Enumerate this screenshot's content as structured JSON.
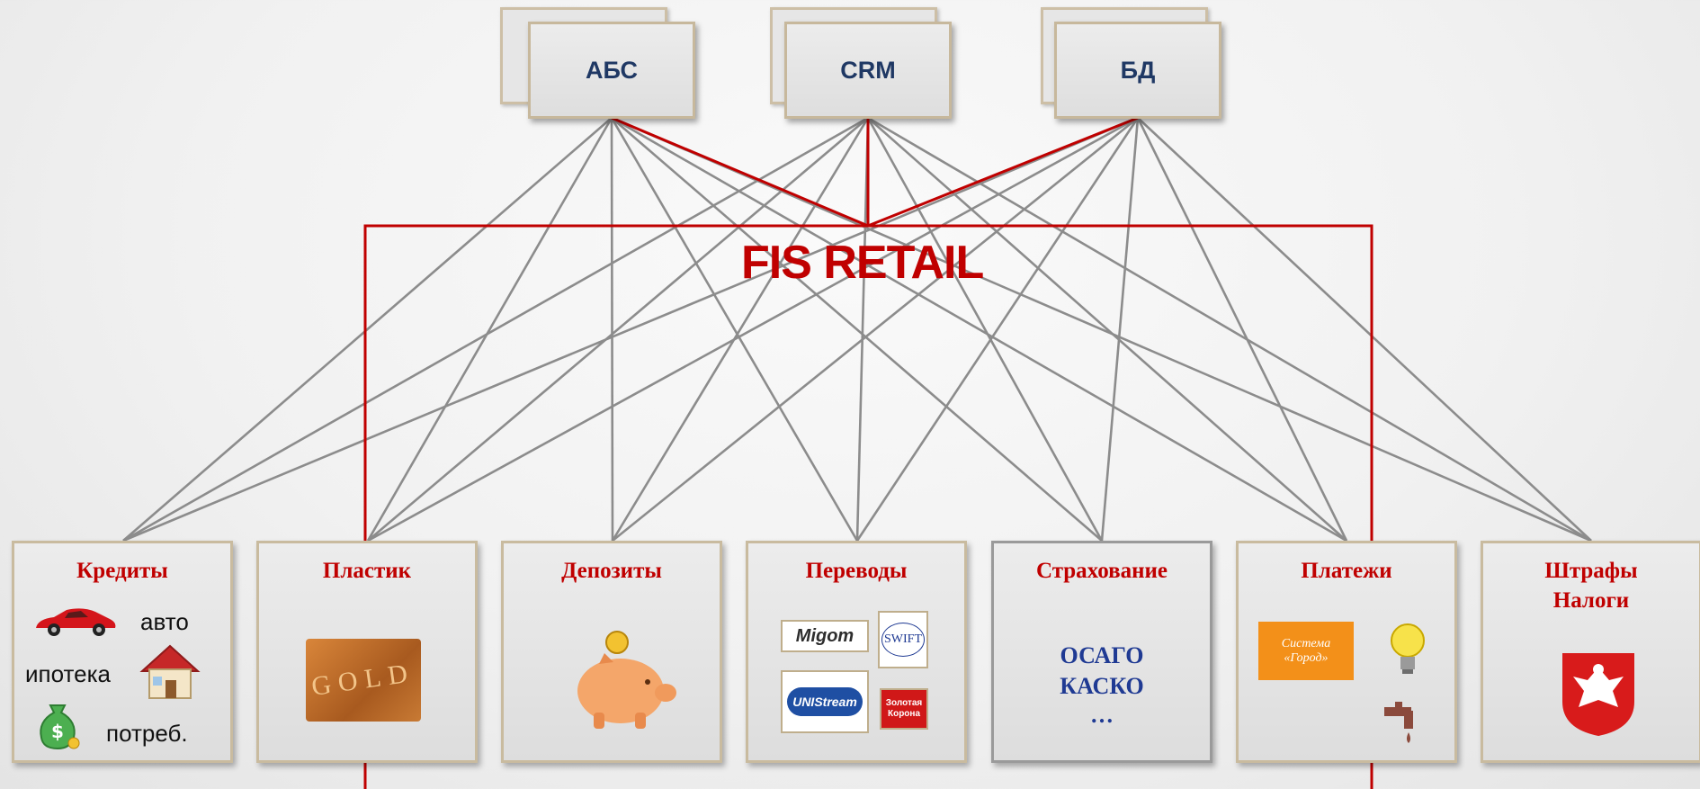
{
  "systems": [
    {
      "label": "АБС"
    },
    {
      "label": "CRM"
    },
    {
      "label": "БД"
    }
  ],
  "platform": {
    "title": "FIS RETAIL"
  },
  "products": [
    {
      "title": "Кредиты",
      "items": [
        "авто",
        "ипотека",
        "потреб."
      ]
    },
    {
      "title": "Пластик",
      "card_text": "GOLD"
    },
    {
      "title": "Депозиты"
    },
    {
      "title": "Переводы",
      "logos": [
        "Migom",
        "SWIFT",
        "UNIStream",
        "Золотая Корона"
      ]
    },
    {
      "title": "Страхование",
      "items": [
        "ОСАГО",
        "КАСКО",
        "…"
      ]
    },
    {
      "title": "Платежи",
      "logo": "Система «Город»"
    },
    {
      "title_lines": [
        "Штрафы",
        "Налоги"
      ]
    }
  ],
  "colors": {
    "accent": "#c00000",
    "connector": "#8c8c8c",
    "system_text": "#1f3864",
    "insurance_text": "#1f3a93"
  }
}
